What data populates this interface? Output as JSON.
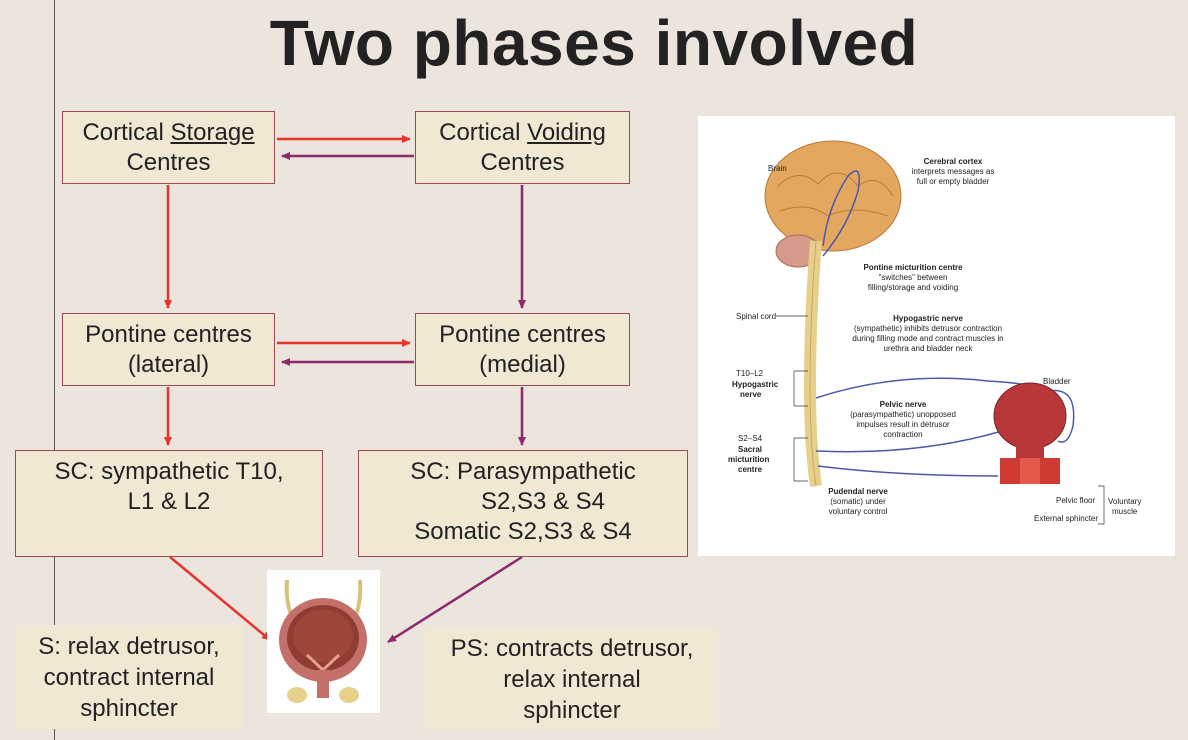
{
  "title": "Two phases involved",
  "boxes": {
    "cortical_storage": {
      "line1_pre": "Cortical ",
      "line1_u": "Storage",
      "line2": "Centres"
    },
    "cortical_voiding": {
      "line1_pre": "Cortical ",
      "line1_u": "Voiding",
      "line2": "Centres"
    },
    "pontine_lateral": {
      "line1": "Pontine centres",
      "line2": "(lateral)"
    },
    "pontine_medial": {
      "line1": "Pontine centres",
      "line2": "(medial)"
    },
    "sc_sympathetic": {
      "line1": "SC: sympathetic T10,",
      "line2": "L1 & L2"
    },
    "sc_parasympathetic": {
      "line1": "SC: Parasympathetic",
      "line2": "S2,S3 & S4",
      "line3": "Somatic S2,S3 & S4"
    }
  },
  "notes": {
    "sympathetic_effect": {
      "line1": "S: relax detrusor,",
      "line2": "contract internal",
      "line3": "sphincter"
    },
    "parasympathetic_effect": {
      "line1": "PS: contracts detrusor,",
      "line2": "relax internal",
      "line3": "sphincter"
    }
  },
  "illustration": {
    "brain": "Brain",
    "cerebral_cortex": "Cerebral cortex",
    "cerebral_cortex_desc": [
      "interprets messages as",
      "full or empty bladder"
    ],
    "pontine": "Pontine micturition centre",
    "pontine_desc": [
      "\"switches\" between",
      "filling/storage and voiding"
    ],
    "spinal_cord": "Spinal cord",
    "hypogastric": "Hypogastric nerve",
    "hypogastric_desc": [
      "(sympathetic) inhibits detrusor contraction",
      "during filling mode and contract muscles in",
      "urethra and bladder neck"
    ],
    "t10_l2": "T10–L2",
    "hypogastric_nerve_label": [
      "Hypogastric",
      "nerve"
    ],
    "bladder": "Bladder",
    "pelvic": "Pelvic nerve",
    "pelvic_desc": [
      "(parasympathetic) unopposed",
      "impulses result in detrusor",
      "contraction"
    ],
    "s2_s4": "S2–S4",
    "sacral_label": [
      "Sacral",
      "micturition",
      "centre"
    ],
    "pudendal": "Pudendal nerve",
    "pudendal_desc": [
      "(somatic) under",
      "voluntary control"
    ],
    "pelvic_floor": "Pelvic floor",
    "external_sphincter": "External sphincter",
    "voluntary_muscle": [
      "Voluntary",
      "muscle"
    ]
  },
  "colors": {
    "red_arrow": "#e8332b",
    "purple_arrow": "#8e2a6c",
    "box_border": "#9b4a55",
    "box_fill": "#f1e8d4",
    "background": "#ebe5dd"
  }
}
